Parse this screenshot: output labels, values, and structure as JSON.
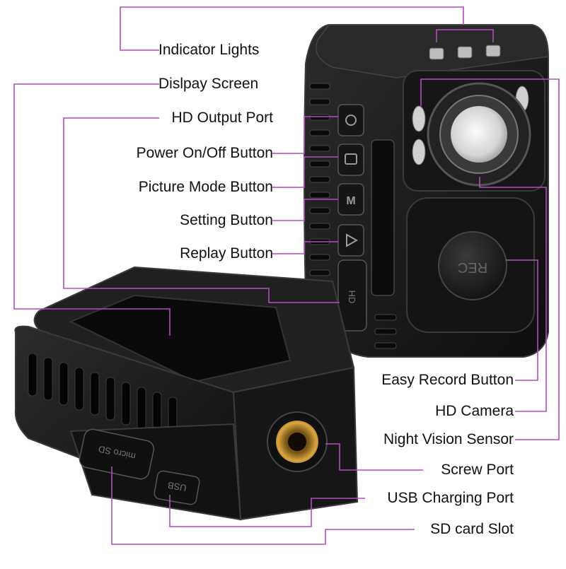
{
  "colors": {
    "leader_line": "#b24dbf",
    "device_body": "#1c1c1c",
    "device_edge": "#3a3a3a",
    "background": "#ffffff",
    "lens_glass": "#e8e8e8",
    "screw_brass": "#c8962e"
  },
  "labels": {
    "indicator_lights": "Indicator Lights",
    "display_screen": "Dislpay Screen",
    "hd_output_port": "HD Output Port",
    "power_button": "Power On/Off Button",
    "picture_mode_button": "Picture Mode Button",
    "setting_button": "Setting Button",
    "replay_button": "Replay Button",
    "easy_record_button": "Easy Record Button",
    "hd_camera": "HD Camera",
    "night_vision_sensor": "Night Vision Sensor",
    "screw_port": "Screw Port",
    "usb_charging_port": "USB Charging Port",
    "sd_card_slot": "SD card Slot"
  },
  "device_text": {
    "rec": "REC",
    "hd": "HD",
    "usb": "USB",
    "micro_sd": "micro SD",
    "button_m": "M"
  }
}
